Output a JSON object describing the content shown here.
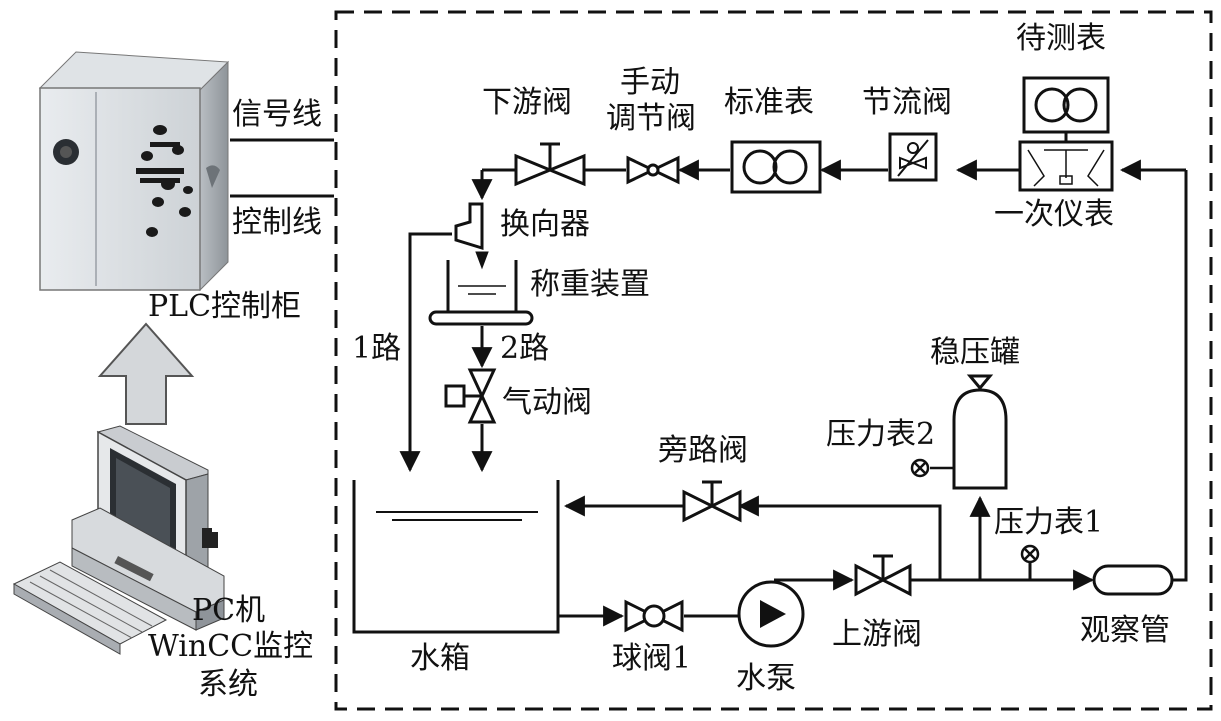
{
  "labels": {
    "cabinet_label": "PLC控制柜",
    "signal_line": "信号线",
    "control_line": "控制线",
    "pc_line1": "PC机",
    "pc_line2": "WinCC监控",
    "pc_line3": "系统",
    "meter_under_test": "待测表",
    "primary_instrument": "一次仪表",
    "throttle_valve": "节流阀",
    "standard_meter": "标准表",
    "manual_valve_line1": "手动",
    "manual_valve_line2": "调节阀",
    "downstream_valve": "下游阀",
    "diverter": "换向器",
    "weighing_device": "称重装置",
    "path1": "1路",
    "path2": "2路",
    "pneumatic_valve": "气动阀",
    "surge_tank": "稳压罐",
    "pressure_gauge2": "压力表2",
    "bypass_valve": "旁路阀",
    "pressure_gauge1": "压力表1",
    "water_tank": "水箱",
    "ball_valve1": "球阀1",
    "water_pump": "水泵",
    "upstream_valve": "上游阀",
    "sight_tube": "观察管"
  }
}
